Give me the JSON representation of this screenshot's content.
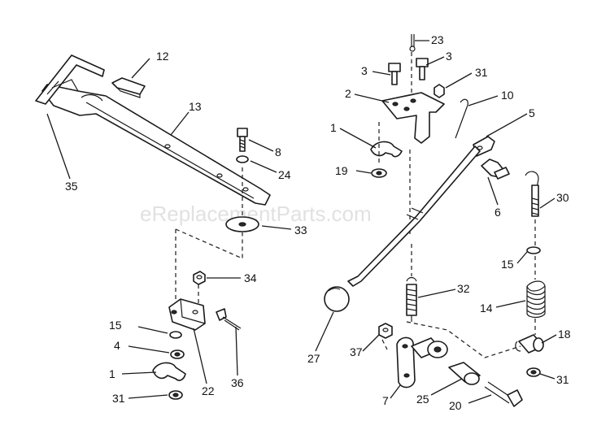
{
  "watermark": "eReplacementParts.com",
  "callouts": {
    "c12": "12",
    "c13": "13",
    "c35": "35",
    "c8": "8",
    "c24": "24",
    "c33": "33",
    "c34": "34",
    "c15a": "15",
    "c4": "4",
    "c1a": "1",
    "c31a": "31",
    "c22": "22",
    "c36": "36",
    "c23": "23",
    "c3a": "3",
    "c3b": "3",
    "c31b": "31",
    "c2": "2",
    "c10": "10",
    "c5": "5",
    "c1b": "1",
    "c19": "19",
    "c6": "6",
    "c30": "30",
    "c15b": "15",
    "c14": "14",
    "c32": "32",
    "c27": "27",
    "c37": "37",
    "c18": "18",
    "c31c": "31",
    "c7": "7",
    "c25": "25",
    "c20": "20"
  }
}
